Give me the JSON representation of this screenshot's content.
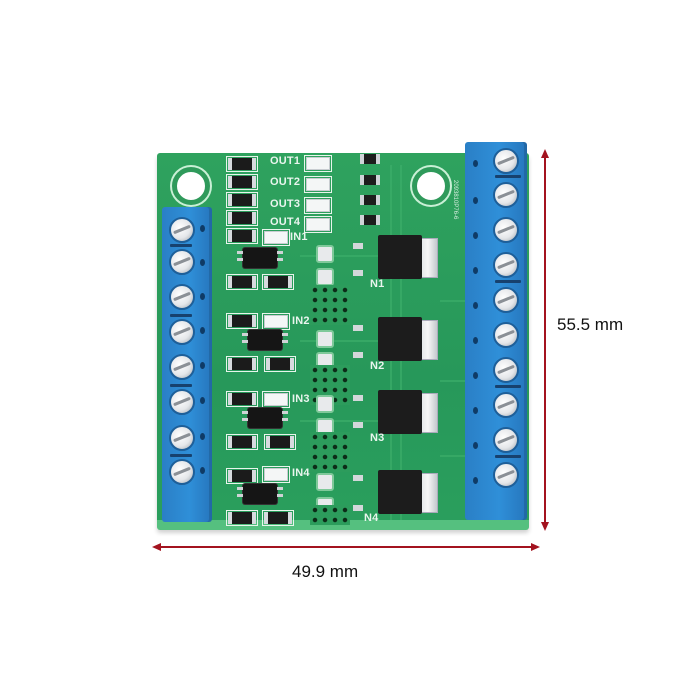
{
  "product": {
    "description": "4-channel MOSFET trigger switch driver module (PCB)",
    "colors": {
      "pcb": "#2a9f5d",
      "terminal": "#2f8fd8",
      "dimension_line": "#a3131f",
      "background": "#ffffff"
    }
  },
  "silkscreen": {
    "outputs": [
      "OUT1",
      "OUT2",
      "OUT3",
      "OUT4"
    ],
    "inputs": [
      "IN1",
      "IN2",
      "IN3",
      "IN4"
    ],
    "mosfets": [
      "N1",
      "N2",
      "N3",
      "N4"
    ],
    "board_code": "2093810P76-6"
  },
  "dimensions": {
    "height": "55.5 mm",
    "width": "49.9 mm"
  },
  "terminals": {
    "left_count": 8,
    "right_count": 10
  }
}
